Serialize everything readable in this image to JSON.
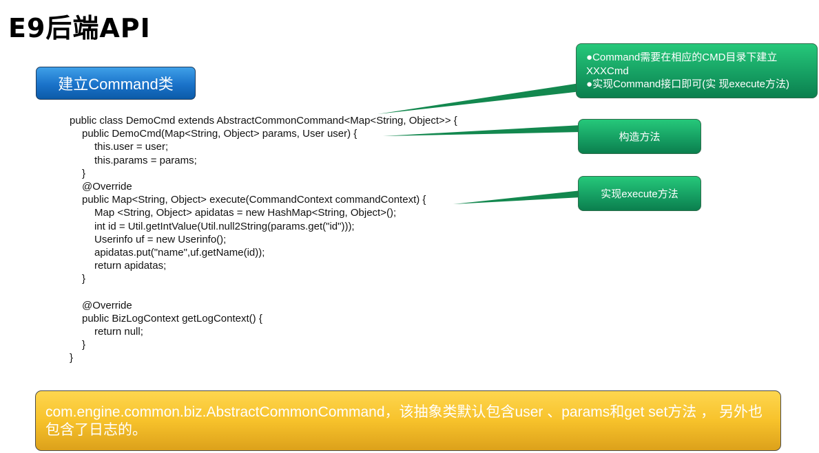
{
  "title": "E9后端API",
  "section_label": "建立Command类",
  "code_lines": [
    {
      "indent": 0,
      "text": "public class DemoCmd extends AbstractCommonCommand<Map<String, Object>> {"
    },
    {
      "indent": 1,
      "text": "public DemoCmd(Map<String, Object> params, User user) {"
    },
    {
      "indent": 2,
      "text": "this.user = user;"
    },
    {
      "indent": 2,
      "text": "this.params = params;"
    },
    {
      "indent": 1,
      "text": "}"
    },
    {
      "indent": 1,
      "text": "@Override"
    },
    {
      "indent": 1,
      "text": "public Map<String, Object> execute(CommandContext commandContext) {"
    },
    {
      "indent": 2,
      "text": "Map <String, Object> apidatas = new HashMap<String, Object>();"
    },
    {
      "indent": 2,
      "text": "int id = Util.getIntValue(Util.null2String(params.get(\"id\")));"
    },
    {
      "indent": 2,
      "text": "Userinfo uf = new Userinfo();"
    },
    {
      "indent": 2,
      "text": "apidatas.put(\"name\",uf.getName(id));"
    },
    {
      "indent": 2,
      "text": "return apidatas;"
    },
    {
      "indent": 1,
      "text": "}"
    },
    {
      "indent": 0,
      "text": ""
    },
    {
      "indent": 1,
      "text": "@Override"
    },
    {
      "indent": 1,
      "text": "public BizLogContext getLogContext() {"
    },
    {
      "indent": 2,
      "text": "return null;"
    },
    {
      "indent": 1,
      "text": "}"
    },
    {
      "indent": 0,
      "text": "}"
    }
  ],
  "callouts": {
    "command_notes": {
      "bullet": "●",
      "line1": "Command需要在相应的CMD目录下建立",
      "line2": "XXXCmd",
      "line3": "实现Command接口即可(实 现execute方法)"
    },
    "constructor": "构造方法",
    "execute": "实现execute方法"
  },
  "footer_note": "com.engine.common.biz.AbstractCommonCommand，该抽象类默认包含user 、params和get set方法 ， 另外也包含了日志的。",
  "colors": {
    "blue_label": "#1a72c9",
    "callout_green": "#16a063",
    "footer_yellow": "#f7c22b"
  }
}
